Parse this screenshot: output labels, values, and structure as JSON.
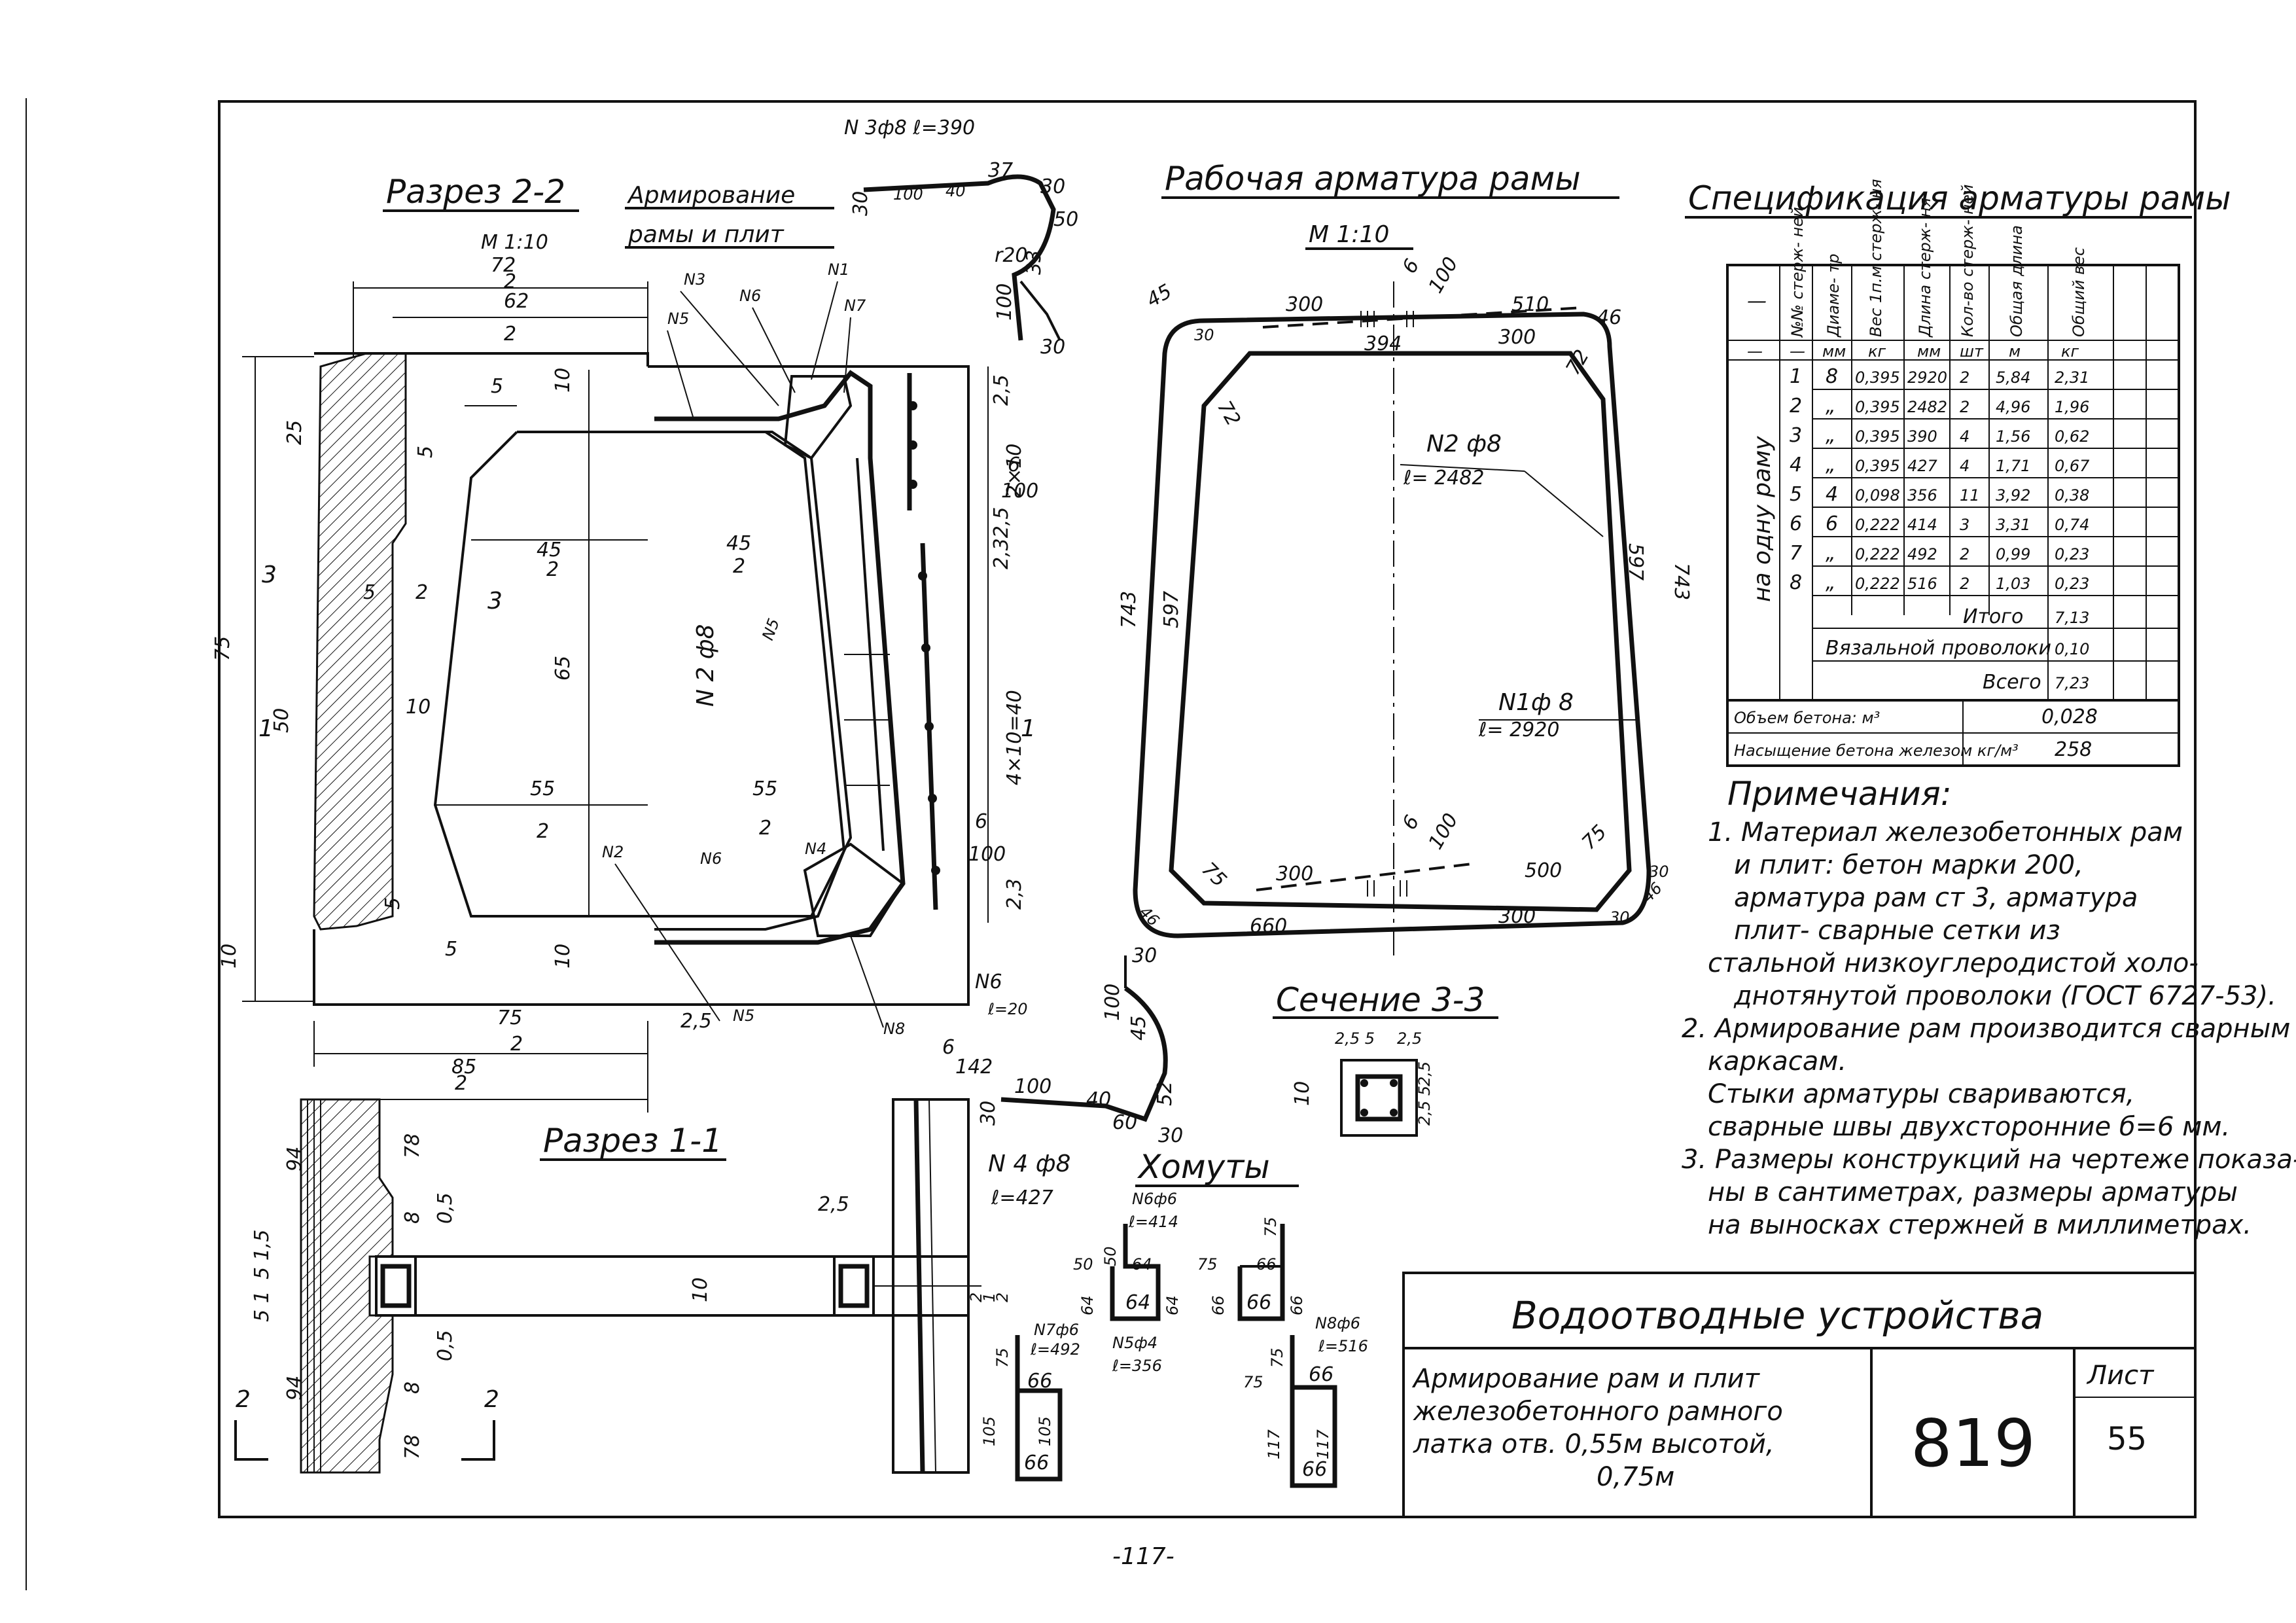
{
  "titles": {
    "section_2_2": "Разрез 2-2",
    "section_2_2_scale": "М 1:10",
    "reinforcement": "Армирование",
    "reinforcement_2": "рамы и плит",
    "frame_rebar": "Рабочая арматура рамы",
    "frame_rebar_scale": "М 1:10",
    "spec": "Спецификация арматуры рамы",
    "section_1_1": "Разрез 1-1",
    "section_3_3": "Сечение 3-3",
    "stirrups": "Хомуты"
  },
  "spec_table": {
    "header_cols": [
      "—",
      "№№ стерж- ней",
      "Диаме- тр",
      "Вес 1п.м стерж- ня",
      "Длина стерж- ня",
      "Кол-во стерж- ней",
      "Общая длина",
      "Общий вес"
    ],
    "units": [
      "—",
      "—",
      "мм",
      "кг",
      "мм",
      "шт",
      "м",
      "кг"
    ],
    "side_label": "на одну раму",
    "rows": [
      [
        "1",
        "8",
        "0,395",
        "2920",
        "2",
        "5,84",
        "2,31"
      ],
      [
        "2",
        "„",
        "0,395",
        "2482",
        "2",
        "4,96",
        "1,96"
      ],
      [
        "3",
        "„",
        "0,395",
        "390",
        "4",
        "1,56",
        "0,62"
      ],
      [
        "4",
        "„",
        "0,395",
        "427",
        "4",
        "1,71",
        "0,67"
      ],
      [
        "5",
        "4",
        "0,098",
        "356",
        "11",
        "3,92",
        "0,38"
      ],
      [
        "6",
        "6",
        "0,222",
        "414",
        "3",
        "3,31",
        "0,74"
      ],
      [
        "7",
        "„",
        "0,222",
        "492",
        "2",
        "0,99",
        "0,23"
      ],
      [
        "8",
        "„",
        "0,222",
        "516",
        "2",
        "1,03",
        "0,23"
      ]
    ],
    "total_label": "Итого",
    "total_value": "7,13",
    "wire_label": "Вязальной проволоки",
    "wire_value": "0,10",
    "sum_label": "Всего",
    "sum_value": "7,23",
    "concrete_label": "Объем бетона: м³",
    "concrete_value": "0,028",
    "saturation_label": "Насыщение бетона железом кг/м³",
    "saturation_value": "258"
  },
  "notes": {
    "title": "Примечания:",
    "lines": [
      "1. Материал железобетонных рам",
      "и плит: бетон марки 200,",
      "арматура рам ст 3, арматура",
      "плит- сварные сетки из",
      "стальной низкоуглеродистой холо-",
      "днотянутой проволоки (ГОСТ 6727-53).",
      "2. Армирование рам производится сварным",
      "каркасам.",
      "Стыки арматуры свариваются,",
      "сварные швы двухсторонние б=6 мм.",
      "3. Размеры конструкций на чертеже показа-",
      "ны в сантиметрах, размеры арматуры",
      "на выносках стержней в миллиметрах."
    ]
  },
  "title_block": {
    "main": "Водоотводные устройства",
    "desc_1": "Армирование рам и плит",
    "desc_2": "железобетонного рамного",
    "desc_3": "латка отв. 0,55м высотой,",
    "desc_4": "0,75м",
    "number": "819",
    "sheet_label": "Лист",
    "sheet_value": "55"
  },
  "page_number": "-117-",
  "frame_labels": {
    "n2": "N2 ф8",
    "n2_len": "ℓ= 2482",
    "n1": "N1ф 8",
    "n1_len": "ℓ= 2920",
    "n3": "N 3ф8 ℓ=390",
    "n4": "N 4 ф8",
    "n4_len": "ℓ=427",
    "n6": "N6ф6",
    "n6_len": "ℓ=414",
    "n7": "N7ф6",
    "n7_len": "ℓ=492",
    "n5": "N5ф4",
    "n5_len": "ℓ=356",
    "n8": "N8ф6",
    "n8_len": "ℓ=516"
  },
  "section_labels": {
    "N1": "N1",
    "N2": "N2",
    "N3": "N3",
    "N4": "N4",
    "N5": "N5",
    "N6": "N6",
    "N7": "N7",
    "N8": "N8",
    "N2f8": "N 2 ф8"
  }
}
